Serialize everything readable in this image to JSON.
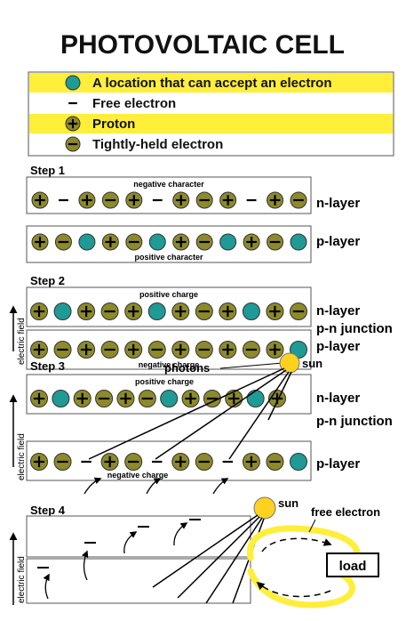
{
  "title": "PHOTOVOLTAIC CELL",
  "legend": [
    {
      "symbol": "teal-dot",
      "text": "A location that can accept an electron",
      "highlight": true
    },
    {
      "symbol": "minus",
      "text": "Free electron",
      "highlight": false
    },
    {
      "symbol": "proton",
      "text": "Proton",
      "highlight": true
    },
    {
      "symbol": "held",
      "text": "Tightly-held electron",
      "highlight": false
    }
  ],
  "colors": {
    "olive": "#8c8a2a",
    "teal": "#1f9a95",
    "yellow": "#ffee3a",
    "sun": "#ffd21f",
    "border": "#555555"
  },
  "step1": {
    "label": "Step 1",
    "top_char": "negative character",
    "bottom_char": "positive character",
    "n_label": "n-layer",
    "p_label": "p-layer",
    "n_row": [
      "P",
      "F",
      "P",
      "H",
      "P",
      "F",
      "P",
      "H",
      "P",
      "F",
      "P",
      "H"
    ],
    "p_row": [
      "P",
      "H",
      "T",
      "P",
      "H",
      "T",
      "P",
      "H",
      "T",
      "P",
      "H",
      "T"
    ]
  },
  "step2": {
    "label": "Step 2",
    "top_charge": "positive charge",
    "bottom_charge": "negative charge",
    "field_label": "electric field",
    "n_label": "n-layer",
    "junction_label": "p-n junction",
    "p_label": "p-layer",
    "n_row": [
      "P",
      "T",
      "P",
      "H",
      "P",
      "T",
      "P",
      "H",
      "P",
      "T",
      "P",
      "H"
    ],
    "p_row": [
      "P",
      "H",
      "P",
      "H",
      "P",
      "H",
      "P",
      "H",
      "P",
      "H",
      "P",
      "T"
    ]
  },
  "step3": {
    "label": "Step 3",
    "photons_label": "photons",
    "sun_label": "sun",
    "top_charge": "positive charge",
    "bottom_charge": "negative charge",
    "field_label": "electric field",
    "n_label": "n-layer",
    "junction_label": "p-n junction",
    "p_label": "p-layer",
    "n_row": [
      "P",
      "T",
      "P",
      "H",
      "P",
      "H",
      "T",
      "P",
      "H",
      "P",
      "T",
      "P"
    ],
    "p_row": [
      "P",
      "H",
      "F",
      "P",
      "H",
      "F",
      "P",
      "H",
      "F",
      "P",
      "H",
      "T"
    ]
  },
  "step4": {
    "label": "Step 4",
    "sun_label": "sun",
    "free_electron_label": "free electron",
    "load_label": "load",
    "field_label": "electric field"
  }
}
